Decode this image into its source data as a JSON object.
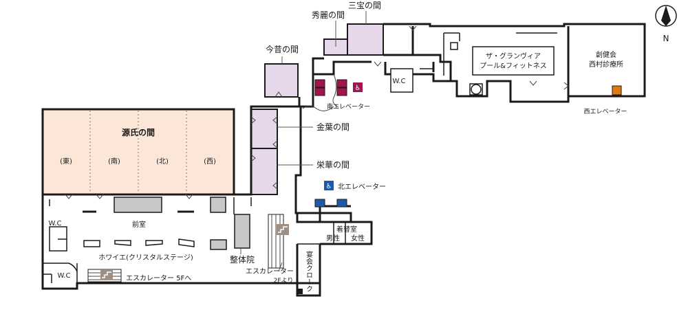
{
  "compass": {
    "label": "N"
  },
  "colors": {
    "genji": "#fbe6d8",
    "purple": "#e6d8ea",
    "grey": "#c8c8c8",
    "elevator_red": "#a0154e",
    "elevator_blue": "#1f5aa8",
    "elevator_west": "#e07a10",
    "stair_brown": "#a08f80"
  },
  "rooms": {
    "genji": {
      "name": "源氏の間",
      "sections": [
        "(東)",
        "(南)",
        "(北)",
        "(西)"
      ]
    },
    "kinyo": "金葉の間",
    "eika": "栄華の間",
    "konjaku": "今昔の間",
    "shurei": "秀麗の間",
    "sanpo": "三宝の間",
    "zenshitsu": "前室",
    "foyer": "ホワイエ(クリスタルステージ)",
    "seitai": "整体院",
    "wc": [
      "W.C",
      "W.C",
      "W.C"
    ],
    "dressing": {
      "title": "着替室",
      "male": "男性",
      "female": "女性"
    },
    "cloak": "宴会クローク",
    "gym": {
      "line1": "ザ・グランヴィア",
      "line2": "プール&フィットネス"
    },
    "clinic": {
      "line1": "創健会",
      "line2": "西村診療所"
    }
  },
  "elevators": {
    "south": "南エレベーター",
    "north": "北エレベーター",
    "west": "西エレベーター"
  },
  "escalators": {
    "to5f": "エスカレーター 5Fへ",
    "from2f_line1": "エスカレーター",
    "from2f_line2": "2Fより"
  }
}
